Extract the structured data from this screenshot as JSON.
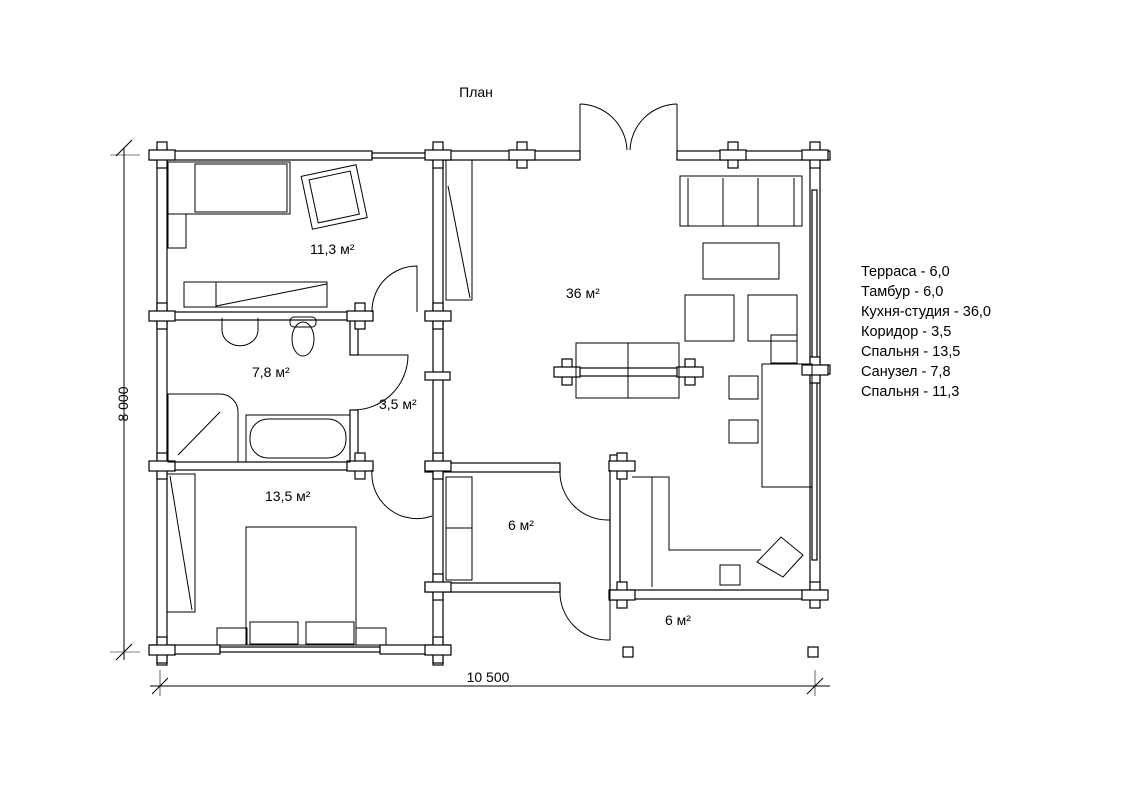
{
  "title": "План",
  "rooms": {
    "bedroom_small": "11,3 м²",
    "bathroom": "7,8 м²",
    "corridor": "3,5 м²",
    "bedroom_large": "13,5 м²",
    "kitchen_studio": "36 м²",
    "vestibule": "6 м²",
    "terrace": "6 м²"
  },
  "dimensions": {
    "height": "8 000",
    "width": "10 500"
  },
  "legend": [
    "Терраса - 6,0",
    "Тамбур - 6,0",
    "Кухня-студия - 36,0",
    "Коридор - 3,5",
    "Спальня - 13,5",
    "Санузел - 7,8",
    "Спальня - 11,3"
  ]
}
